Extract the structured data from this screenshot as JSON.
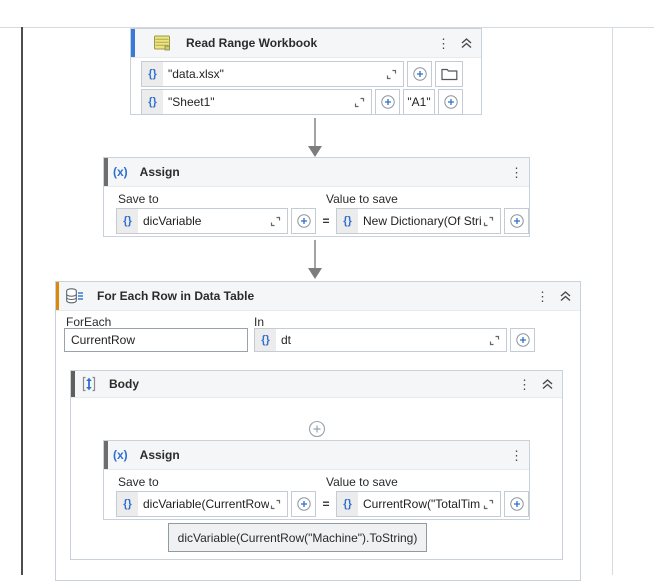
{
  "colors": {
    "accent_blue": "#3879d9",
    "accent_dark": "#6d6d6d",
    "accent_orange": "#d9890b",
    "card_border": "#c9d2da",
    "header_bg": "#f5f6f7",
    "badge_blue": "#2e6fd0"
  },
  "icons": {
    "braces_badge": "{}",
    "menu_dots": "⋮",
    "equals": "=",
    "assign_glyph": "(x)"
  },
  "read_range": {
    "title": "Read Range Workbook",
    "file_value": "\"data.xlsx\"",
    "sheet_value": "\"Sheet1\"",
    "cell_value": "\"A1\""
  },
  "assign_top": {
    "title": "Assign",
    "save_to_label": "Save to",
    "value_label": "Value to save",
    "save_to_value": "dicVariable",
    "value_value": "New Dictionary(Of Stri"
  },
  "for_each": {
    "title": "For Each Row in Data Table",
    "foreach_label": "ForEach",
    "in_label": "In",
    "foreach_value": "CurrentRow",
    "in_value": "dt"
  },
  "body_seq": {
    "title": "Body"
  },
  "assign_inner": {
    "title": "Assign",
    "save_to_label": "Save to",
    "value_label": "Value to save",
    "save_to_value": "dicVariable(CurrentRow",
    "value_value": "CurrentRow(\"TotalTim"
  },
  "tooltip": {
    "text": "dicVariable(CurrentRow(\"Machine\").ToString)"
  }
}
